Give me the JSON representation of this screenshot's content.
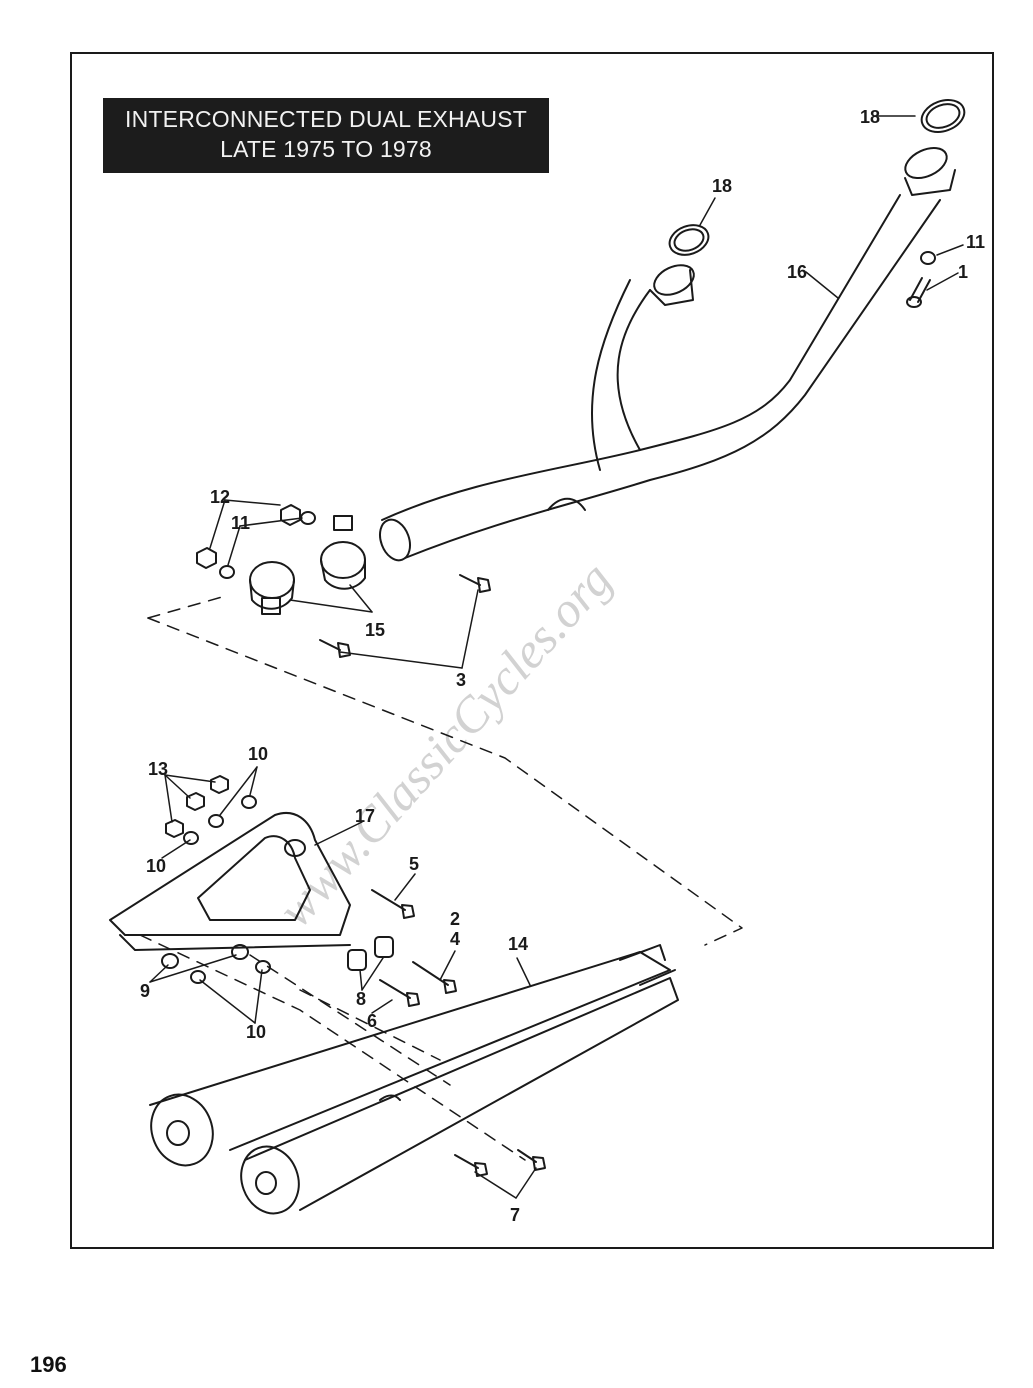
{
  "title": {
    "line1": "INTERCONNECTED DUAL EXHAUST",
    "line2": "LATE 1975 TO 1978"
  },
  "watermark": "www.ClassicCycles.org",
  "page_number": "196",
  "callouts": {
    "c1": "1",
    "c2": "2",
    "c3": "3",
    "c4": "4",
    "c5": "5",
    "c6": "6",
    "c7": "7",
    "c8": "8",
    "c9": "9",
    "c10a": "10",
    "c10b": "10",
    "c10c": "10",
    "c11a": "11",
    "c11b": "11",
    "c12": "12",
    "c13": "13",
    "c14": "14",
    "c15": "15",
    "c16": "16",
    "c17": "17",
    "c18a": "18",
    "c18b": "18"
  }
}
